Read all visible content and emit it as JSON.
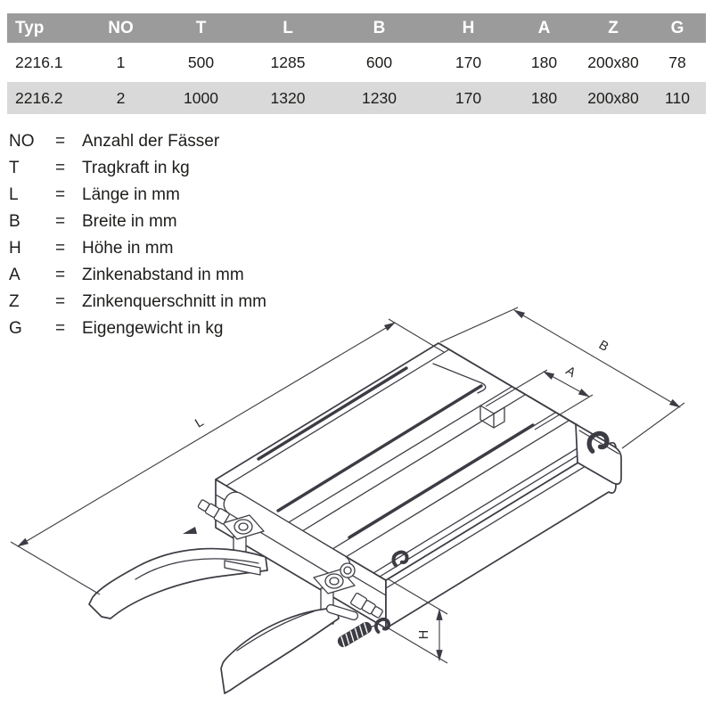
{
  "table": {
    "headers": [
      "Typ",
      "NO",
      "T",
      "L",
      "B",
      "H",
      "A",
      "Z",
      "G"
    ],
    "rows": [
      [
        "2216.1",
        "1",
        "500",
        "1285",
        "600",
        "170",
        "180",
        "200x80",
        "78"
      ],
      [
        "2216.2",
        "2",
        "1000",
        "1320",
        "1230",
        "170",
        "180",
        "200x80",
        "110"
      ]
    ]
  },
  "legend": {
    "items": [
      {
        "symbol": "NO",
        "eq": "=",
        "definition": "Anzahl der Fässer"
      },
      {
        "symbol": "T",
        "eq": "=",
        "definition": "Tragkraft in kg"
      },
      {
        "symbol": "L",
        "eq": "=",
        "definition": "Länge in mm"
      },
      {
        "symbol": "B",
        "eq": "=",
        "definition": "Breite in mm"
      },
      {
        "symbol": "H",
        "eq": "=",
        "definition": "Höhe in mm"
      },
      {
        "symbol": "A",
        "eq": "=",
        "definition": "Zinkenabstand in mm"
      },
      {
        "symbol": "Z",
        "eq": "=",
        "definition": "Zinkenquerschnitt in mm"
      },
      {
        "symbol": "G",
        "eq": "=",
        "definition": "Eigengewicht in kg"
      }
    ]
  },
  "drawing": {
    "labels": {
      "length": "L",
      "width": "B",
      "tine_spacing": "A",
      "height": "H"
    }
  },
  "colors": {
    "header_bg": "#9b9b9b",
    "alt_row_bg": "#d9d9d9",
    "line": "#3c3c44",
    "text": "#1d1d1b"
  }
}
